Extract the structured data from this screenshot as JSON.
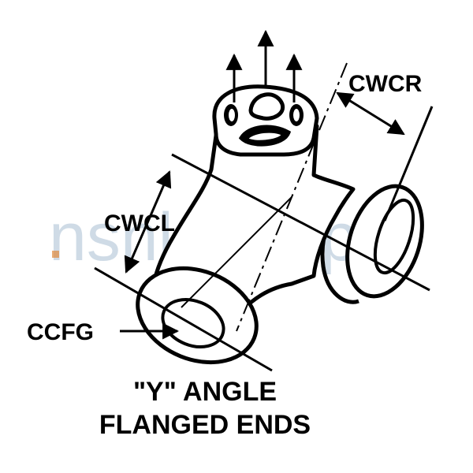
{
  "labels": {
    "cwcr": "CWCR",
    "cwcl": "CWCL",
    "ccfg": "CCFG"
  },
  "caption": {
    "line1": "\"Y\" ANGLE",
    "line2": "FLANGED ENDS"
  },
  "watermark": "nsnlookup",
  "colors": {
    "ink": "#000000",
    "background": "#ffffff",
    "watermark": "#a9bfd3",
    "watermark_accent": "#e08a3c"
  }
}
